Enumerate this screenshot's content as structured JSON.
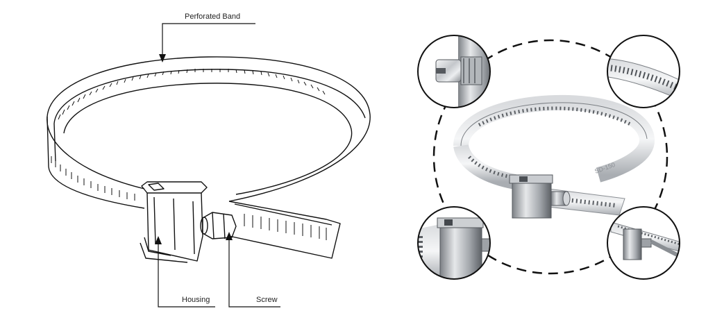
{
  "labels": {
    "band": "Perforated Band",
    "housing": "Housing",
    "screw": "Screw"
  },
  "colors": {
    "line": "#111111",
    "steel_light": "#eeeff0",
    "steel_mid": "#b9bcc0",
    "steel_dark": "#6f7378",
    "background": "#ffffff"
  },
  "icons": [
    "arrow-down-icon",
    "arrow-up-icon"
  ]
}
